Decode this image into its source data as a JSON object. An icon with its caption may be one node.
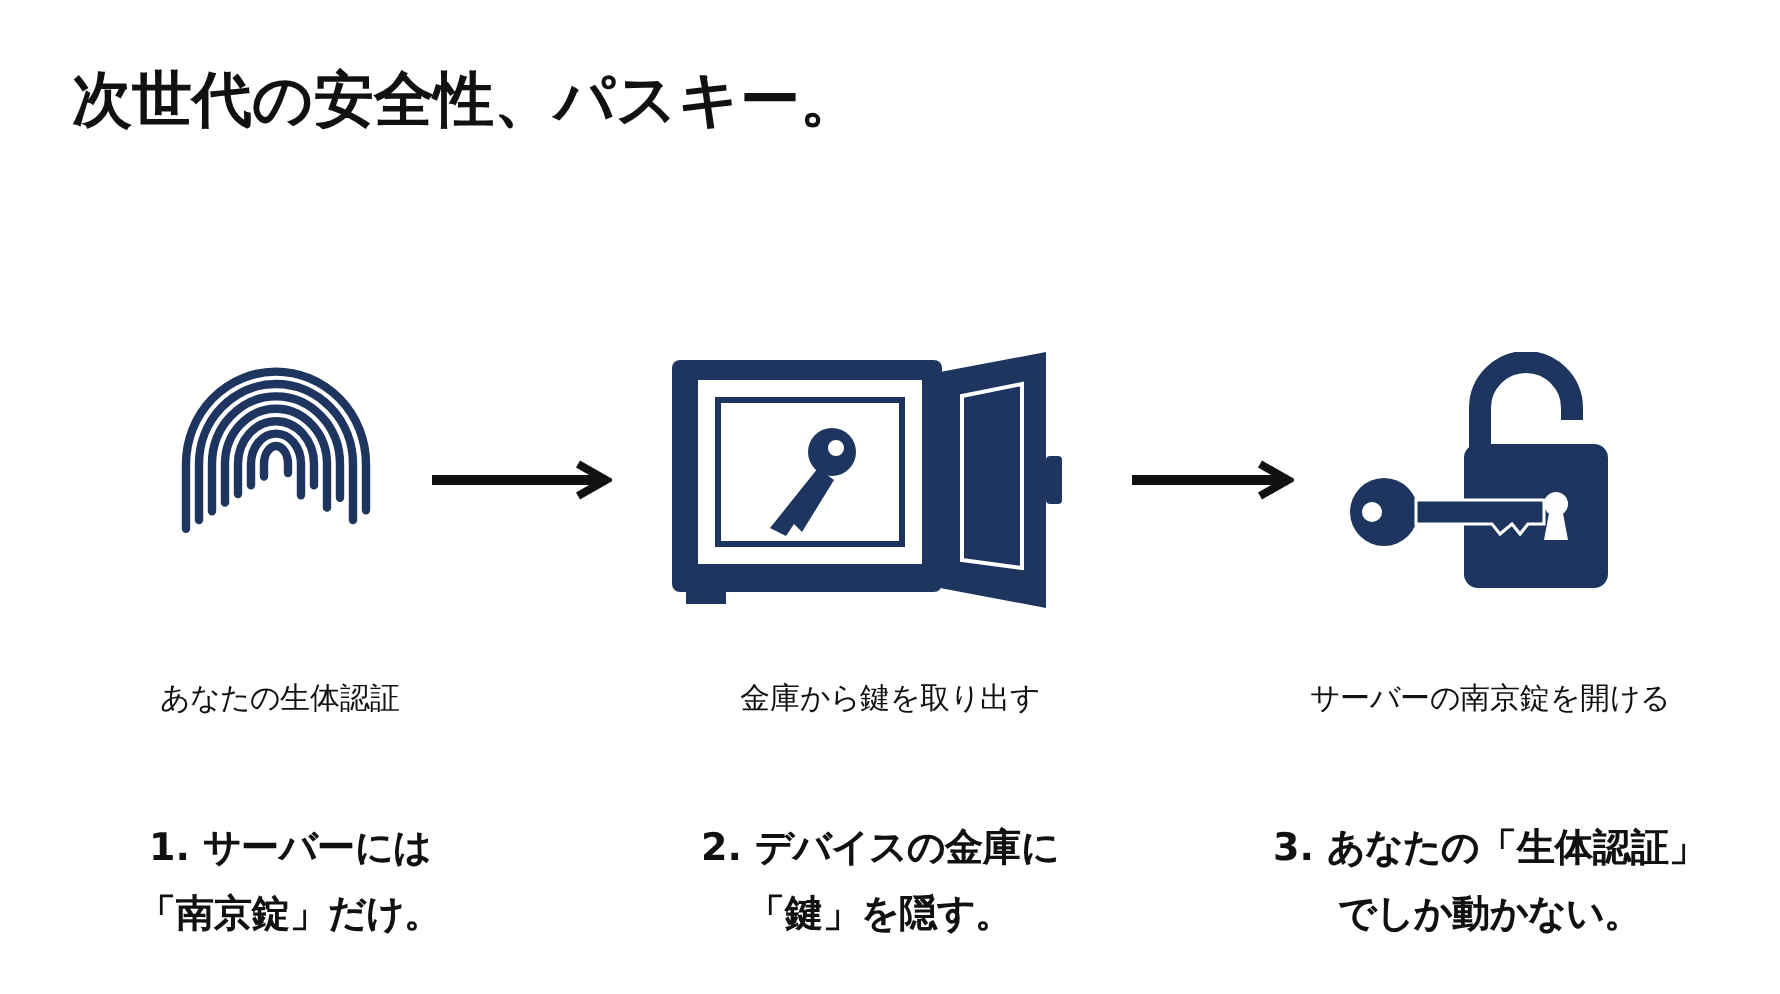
{
  "diagram": {
    "title": "次世代の安全性、パスキー。",
    "nodes": [
      {
        "text": [],
        "shape": "picture"
      },
      {
        "text": [],
        "shape": "picture"
      },
      {
        "text": [],
        "shape": "picture"
      }
    ],
    "edges": [
      {
        "from": 0,
        "to": 1,
        "arrow": "to"
      },
      {
        "from": 1,
        "to": 2,
        "arrow": "to"
      }
    ],
    "labels": [
      "あなたの生体認証",
      "金庫から鍵を取り出す",
      "サーバーの南京錠を開ける",
      "1. サーバーには「南京錠」だけ。",
      "2. デバイスの金庫に「鍵」を隠す。",
      "3. あなたの「生体認証」でしか動かない。"
    ]
  }
}
